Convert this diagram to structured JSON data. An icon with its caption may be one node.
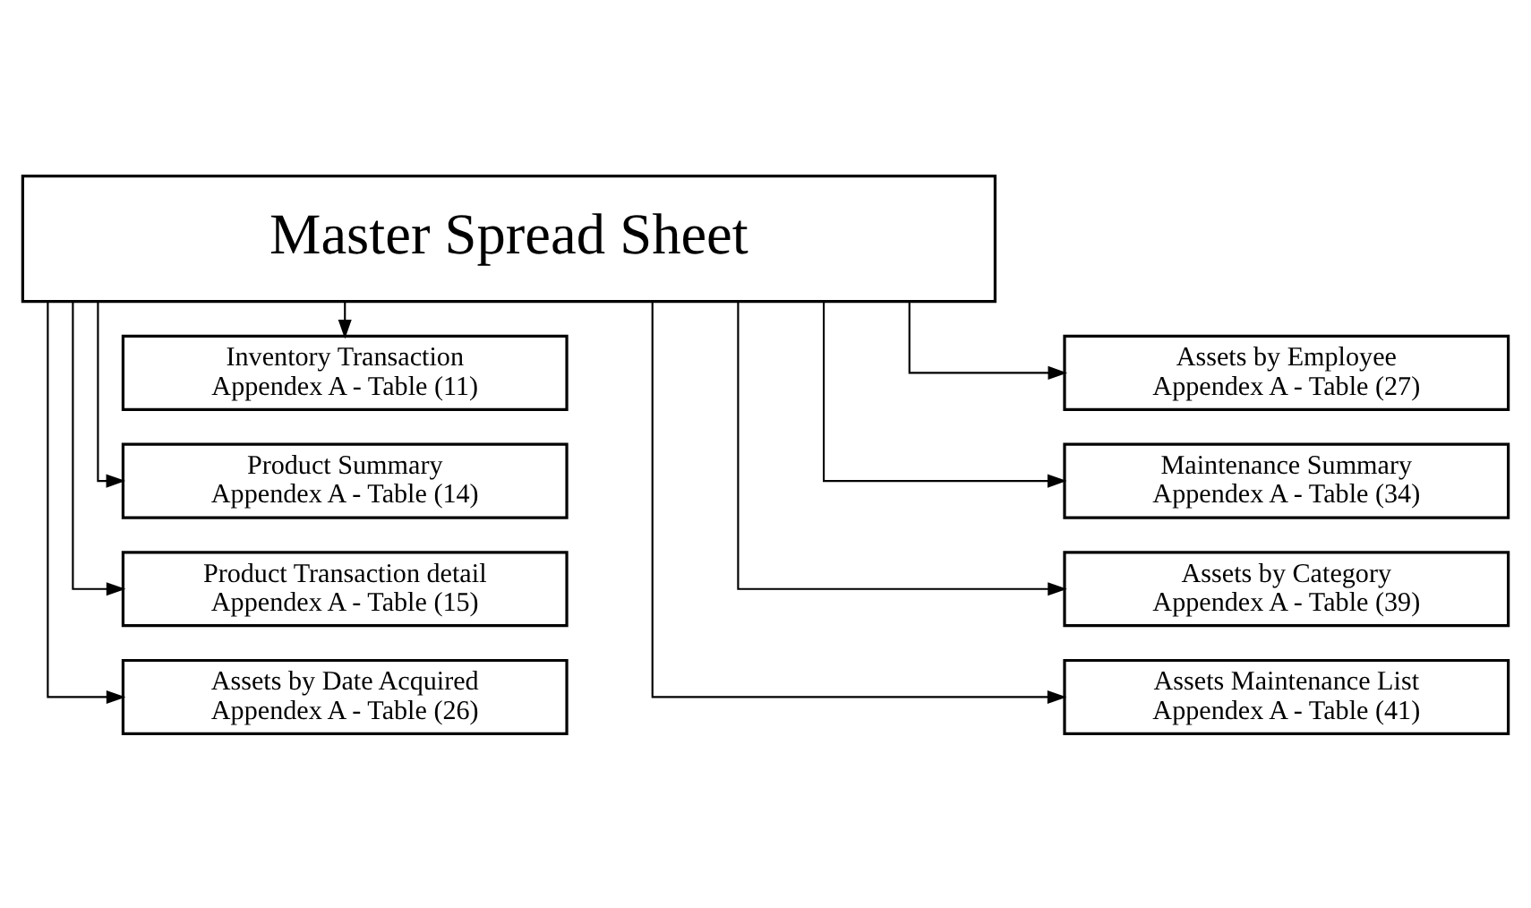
{
  "diagram": {
    "nodes": [
      {
        "text": [
          "Master Spread Sheet"
        ]
      },
      {
        "text": [
          "Inventory Transaction",
          "Appendex A - Table (11)"
        ]
      },
      {
        "text": [
          "Product Summary",
          "Appendex A - Table (14)"
        ]
      },
      {
        "text": [
          "Product Transaction detail",
          "Appendex A - Table (15)"
        ]
      },
      {
        "text": [
          "Assets by Date Acquired",
          "Appendex A - Table (26)"
        ]
      },
      {
        "text": [
          "Assets by Employee",
          "Appendex A - Table (27)"
        ]
      },
      {
        "text": [
          "Maintenance Summary",
          "Appendex A - Table (34)"
        ]
      },
      {
        "text": [
          "Assets by Category",
          "Appendex A - Table (39)"
        ]
      },
      {
        "text": [
          "Assets Maintenance List",
          "Appendex A - Table (41)"
        ]
      }
    ],
    "edges": [
      {
        "from": 0,
        "to": 1,
        "arrow": "to"
      },
      {
        "from": 0,
        "to": 2,
        "arrow": "to"
      },
      {
        "from": 0,
        "to": 3,
        "arrow": "to"
      },
      {
        "from": 0,
        "to": 4,
        "arrow": "to"
      },
      {
        "from": 0,
        "to": 5,
        "arrow": "to"
      },
      {
        "from": 0,
        "to": 6,
        "arrow": "to"
      },
      {
        "from": 0,
        "to": 7,
        "arrow": "to"
      },
      {
        "from": 0,
        "to": 8,
        "arrow": "to"
      }
    ]
  }
}
